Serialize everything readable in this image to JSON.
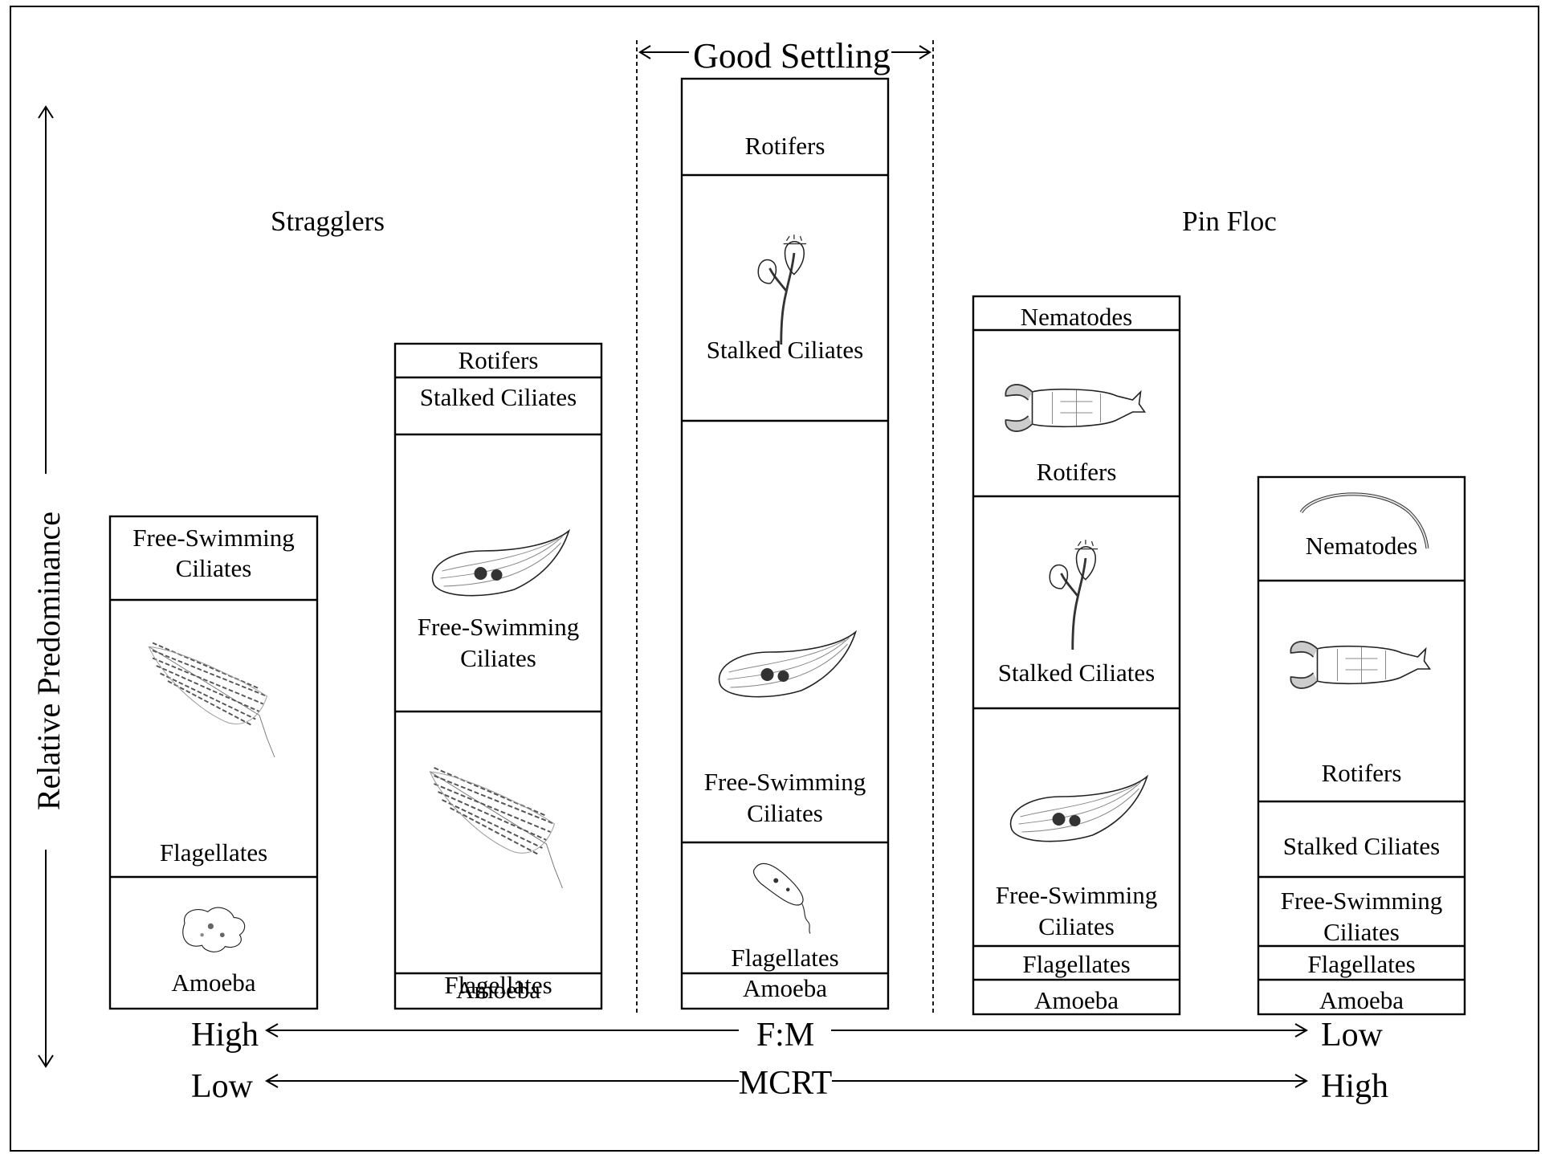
{
  "regions": {
    "good_settling": "Good Settling",
    "stragglers": "Stragglers",
    "pin_floc": "Pin Floc"
  },
  "y_axis": {
    "label": "Relative Predominance"
  },
  "x_axes": [
    {
      "left": "High",
      "label": "F:M",
      "right": "Low"
    },
    {
      "left": "Low",
      "label": "MCRT",
      "right": "High"
    }
  ],
  "columns": [
    {
      "id": "col1",
      "segments": [
        {
          "label": "Amoeba",
          "icon": "amoeba-icon"
        },
        {
          "label": "Flagellates",
          "icon": "flagellate-icon"
        },
        {
          "label": "Free-Swimming\nCiliates",
          "icon": ""
        }
      ]
    },
    {
      "id": "col2",
      "segments": [
        {
          "label": "Amoeba",
          "icon": ""
        },
        {
          "label": "Flagellates",
          "icon": "flagellate-icon"
        },
        {
          "label": "Free-Swimming\nCiliates",
          "icon": "ciliate-icon"
        },
        {
          "label": "Stalked Ciliates",
          "icon": ""
        },
        {
          "label": "Rotifers",
          "icon": ""
        }
      ]
    },
    {
      "id": "col3",
      "segments": [
        {
          "label": "Amoeba",
          "icon": ""
        },
        {
          "label": "Flagellates",
          "icon": "euglena-icon"
        },
        {
          "label": "Free-Swimming\nCiliates",
          "icon": "ciliate-icon"
        },
        {
          "label": "Stalked Ciliates",
          "icon": "vorticella-icon"
        },
        {
          "label": "Rotifers",
          "icon": ""
        }
      ]
    },
    {
      "id": "col4",
      "segments": [
        {
          "label": "Amoeba",
          "icon": ""
        },
        {
          "label": "Flagellates",
          "icon": ""
        },
        {
          "label": "Free-Swimming\nCiliates",
          "icon": "ciliate-icon"
        },
        {
          "label": "Stalked Ciliates",
          "icon": "vorticella-icon"
        },
        {
          "label": "Rotifers",
          "icon": "rotifer-icon"
        },
        {
          "label": "Nematodes",
          "icon": ""
        }
      ]
    },
    {
      "id": "col5",
      "segments": [
        {
          "label": "Amoeba",
          "icon": ""
        },
        {
          "label": "Flagellates",
          "icon": ""
        },
        {
          "label": "Free-Swimming\nCiliates",
          "icon": ""
        },
        {
          "label": "Stalked Ciliates",
          "icon": ""
        },
        {
          "label": "Rotifers",
          "icon": "rotifer-icon"
        },
        {
          "label": "Nematodes",
          "icon": "nematode-icon"
        }
      ]
    }
  ]
}
